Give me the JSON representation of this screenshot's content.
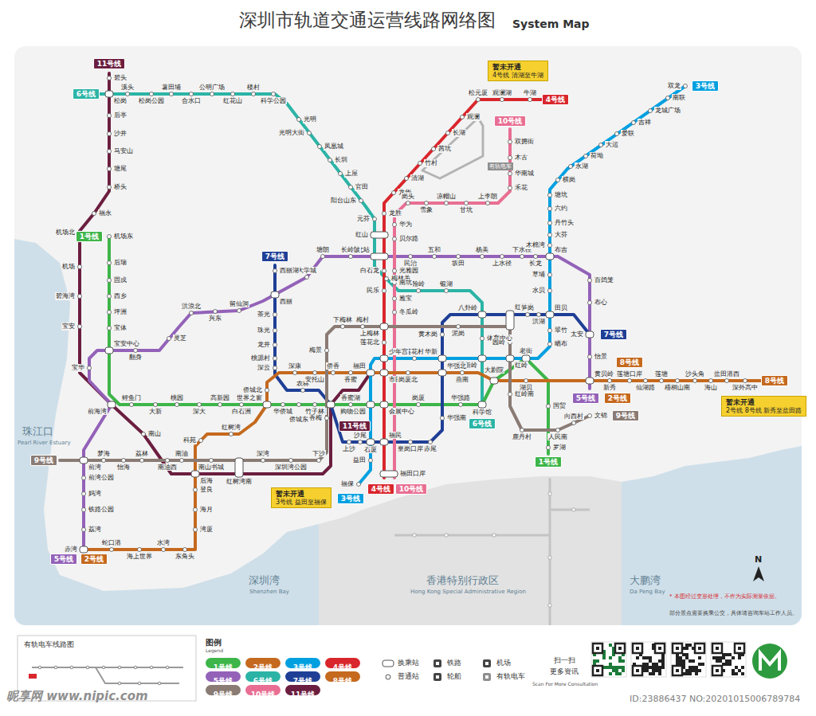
{
  "diagram": {
    "title": "深圳市轨道交通运营线路网络图",
    "nodes": [
      {
        "text": [
          "11号线"
        ]
      },
      {
        "text": [
          "6号线"
        ]
      },
      {
        "text": [
          "1号线"
        ]
      },
      {
        "text": [
          "7号线"
        ]
      },
      {
        "text": [
          "11号线"
        ]
      },
      {
        "text": [
          "5号线"
        ]
      },
      {
        "text": [
          "2号线"
        ]
      },
      {
        "text": [
          "9号线"
        ]
      },
      {
        "text": [
          "3号线"
        ]
      },
      {
        "text": [
          "4号线"
        ]
      },
      {
        "text": [
          "10号线"
        ]
      },
      {
        "text": [
          "1号线"
        ]
      },
      {
        "text": [
          "6号线"
        ]
      },
      {
        "text": [
          "5号线"
        ]
      },
      {
        "text": [
          "2号线"
        ]
      },
      {
        "text": [
          "7号线"
        ]
      },
      {
        "text": [
          "8号线"
        ]
      },
      {
        "text": [
          "8号线"
        ]
      },
      {
        "text": [
          "9号线"
        ]
      },
      {
        "text": [
          "3号线"
        ]
      },
      {
        "text": [
          "4号线"
        ]
      },
      {
        "text": [
          "10号线"
        ]
      },
      {
        "text": [
          "暂未开通",
          "4号线 清湖至牛湖"
        ]
      },
      {
        "text": [
          "暂未开通",
          "2号线 8号线 新秀至盐田路"
        ]
      },
      {
        "text": [
          "暂未开通",
          "3号线 益田至福保"
        ]
      }
    ],
    "labels": [
      "System Map",
      "珠江口",
      "Pearl River Estuary",
      "深圳湾",
      "Shenzhen Bay",
      "香港特别行政区",
      "Hong Kong Special Administrative Region",
      "大鹏湾",
      "Da Peng Bay",
      "N",
      "* 本图经过变形处理，不作为实际测量依据。",
      "部分景点需要换乘公交，具体请咨询车站工作人员。",
      "有轨电车线路图",
      "图例",
      "Legend",
      "扫一扫",
      "更多资讯",
      "Scan For More Consultation",
      "昵享网 www.nipic.com",
      "ID:23886437 NO:20201015006789784",
      "有轨电车",
      "碧头",
      "松岗",
      "后亭",
      "沙井",
      "马安山",
      "塘尾",
      "桥头",
      "福永",
      "机场北",
      "机场",
      "碧海湾",
      "宝安",
      "前海湾",
      "南山",
      "后海",
      "红树湾南",
      "车公庙",
      "福田",
      "溪头",
      "松岗公园",
      "薯田埔",
      "合水口",
      "公明广场",
      "红花山",
      "楼村",
      "科学公园",
      "光明",
      "光明大街",
      "凤凰城",
      "长圳",
      "上屋",
      "官田",
      "阳台山东",
      "元芬",
      "红山",
      "深圳北站",
      "梅林关",
      "翰岭",
      "银湖",
      "八卦岭",
      "体育中心",
      "通新岭",
      "科学馆",
      "机场东",
      "后瑞",
      "固戍",
      "西乡",
      "坪洲",
      "宝体",
      "宝安中心",
      "鲤鱼门",
      "大新",
      "桃园",
      "深大",
      "高新园",
      "白石洲",
      "世界之窗",
      "华侨城",
      "侨城东",
      "竹子林",
      "香蜜湖",
      "购物公园",
      "会展中心",
      "岗厦",
      "华强路",
      "大剧院",
      "老街",
      "国贸",
      "罗湖",
      "赤湾",
      "荔湾",
      "铁路公园",
      "妈湾",
      "前湾公园",
      "前湾",
      "宝华",
      "翻身",
      "灵芝",
      "洪浪北",
      "兴东",
      "留仙洞",
      "西丽",
      "大学城",
      "塘朗",
      "长岭陂",
      "民治",
      "五和",
      "坂田",
      "杨美",
      "上水径",
      "下水径",
      "长龙",
      "布吉",
      "百鸽笼",
      "布心",
      "太安",
      "怡景",
      "黄贝岭",
      "西丽湖",
      "茶光",
      "珠光",
      "龙井",
      "桃源村",
      "深云",
      "农林",
      "上沙",
      "沙尾",
      "石厦",
      "福民",
      "皇岗口岸",
      "赤尾",
      "华强南",
      "华强北",
      "华新",
      "黄木岗",
      "红岭北",
      "笋岗",
      "洪湖",
      "田贝",
      "双龙",
      "南联",
      "龙城广场",
      "吉祥",
      "爱联",
      "大运",
      "荷坳",
      "永湖",
      "横岗",
      "塘坑",
      "六约",
      "丹竹头",
      "大芬",
      "木棉湾",
      "草埔",
      "水贝",
      "翠竹",
      "晒布",
      "红岭",
      "莲花村",
      "少年宫",
      "益田",
      "福保",
      "牛湖",
      "观澜湖",
      "松元厦",
      "观澜",
      "长湖",
      "茜坑",
      "竹村",
      "清湖",
      "龙华",
      "龙胜",
      "白石龙",
      "民乐",
      "上梅林",
      "莲花北",
      "市民中心",
      "福田口岸",
      "双拥街",
      "木古",
      "华南城",
      "禾花",
      "上李朗",
      "甘坑",
      "凉帽山",
      "雪象",
      "岗头",
      "华为",
      "贝尔路",
      "光雅园",
      "南坑",
      "雅宝",
      "冬瓜岭",
      "岗厦北",
      "蛇口港",
      "海上世界",
      "水湾",
      "东角头",
      "湾厦",
      "海月",
      "登良",
      "科苑",
      "红树湾",
      "侨城北",
      "深康",
      "安托山",
      "侨香",
      "香蜜",
      "燕南",
      "湖贝",
      "新秀",
      "莲塘口岸",
      "仙湖路",
      "莲塘",
      "梧桐山南",
      "沙头角",
      "海山",
      "盐田港西",
      "深外高中",
      "梦海",
      "怡海",
      "荔林",
      "南油西",
      "南油",
      "南山书城",
      "深湾",
      "深圳湾公园",
      "下沙",
      "香梅",
      "梅景",
      "下梅林",
      "梅村",
      "泥岗",
      "园岭",
      "红岭南",
      "鹿丹村",
      "人民南",
      "向西村",
      "文锦"
    ],
    "legend": [
      {
        "text": "1号线",
        "color": "#3db549"
      },
      {
        "text": "2号线",
        "color": "#c5691e"
      },
      {
        "text": "3号线",
        "color": "#00a0e0"
      },
      {
        "text": "4号线",
        "color": "#d9262c"
      },
      {
        "text": "5号线",
        "color": "#9362b8"
      },
      {
        "text": "6号线",
        "color": "#2bb4a6"
      },
      {
        "text": "7号线",
        "color": "#1f3f96"
      },
      {
        "text": "8号线",
        "color": "#c5691e"
      },
      {
        "text": "9号线",
        "color": "#8a7b74"
      },
      {
        "text": "10号线",
        "color": "#e86f93"
      },
      {
        "text": "11号线",
        "color": "#6b1e3f"
      },
      {
        "text": "换乘站"
      },
      {
        "text": "普通站"
      },
      {
        "text": "铁路"
      },
      {
        "text": "轮船"
      },
      {
        "text": "机场"
      },
      {
        "text": "有轨电车"
      }
    ]
  }
}
